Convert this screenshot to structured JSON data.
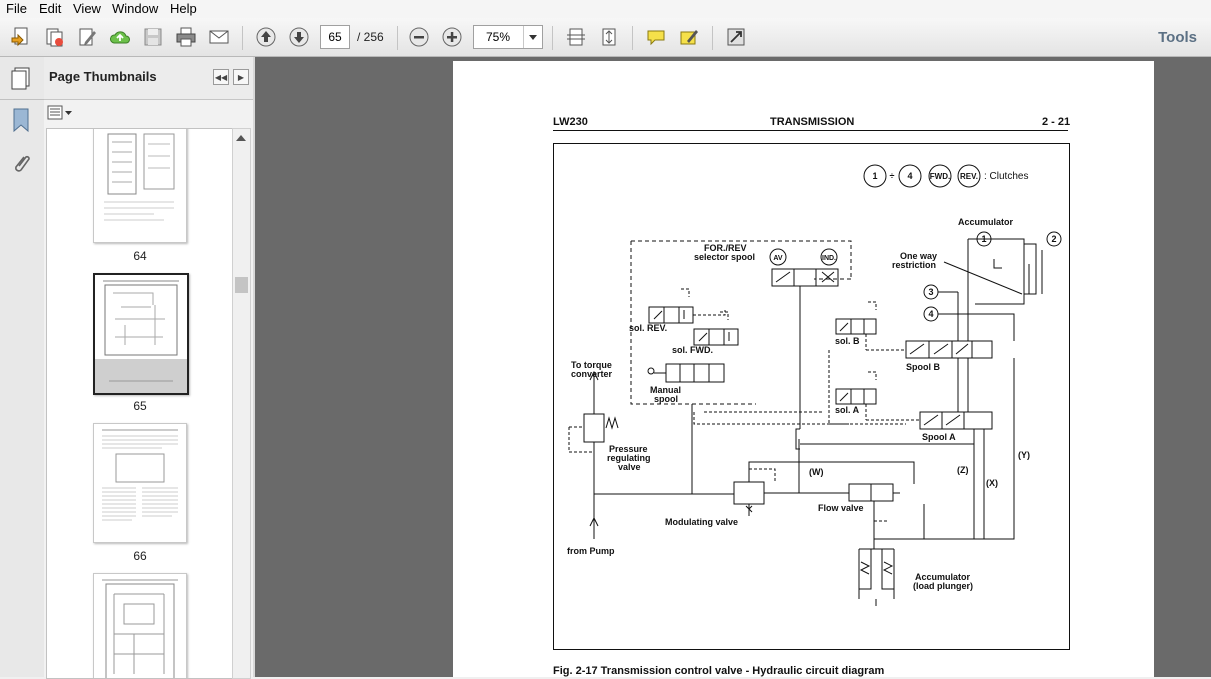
{
  "menu": [
    "File",
    "Edit",
    "View",
    "Window",
    "Help"
  ],
  "toolbar": {
    "current_page": "65",
    "total_pages": "/ 256",
    "zoom": "75%",
    "tools_label": "Tools"
  },
  "thumbnails": {
    "title": "Page Thumbnails",
    "pages": [
      "64",
      "65",
      "66"
    ]
  },
  "document": {
    "header_left": "LW230",
    "header_center": "TRANSMISSION",
    "header_right": "2 - 21",
    "caption": "Fig. 2-17   Transmission control valve - Hydraulic circuit diagram",
    "legend": {
      "c1": "1",
      "plus": "÷",
      "c4": "4",
      "fwd": "FWD.",
      "rev": "REV.",
      "text": ": Clutches"
    },
    "labels": {
      "accumulator": "Accumulator",
      "one_way_1": "One way",
      "one_way_2": "restriction",
      "forrev_1": "FOR./REV",
      "forrev_2": "selector spool",
      "av": "AV",
      "ind": "IND.",
      "sol_rev": "sol. REV.",
      "sol_fwd": "sol. FWD.",
      "sol_b": "sol. B",
      "sol_a": "sol. A",
      "spool_b": "Spool B",
      "spool_a": "Spool A",
      "torque_1": "To torque",
      "torque_2": "converter",
      "manual_1": "Manual",
      "manual_2": "spool",
      "pressure_1": "Pressure",
      "pressure_2": "regulating",
      "pressure_3": "valve",
      "w_port": "(W)",
      "z_port": "(Z)",
      "x_port": "(X)",
      "y_port": "(Y)",
      "modulating": "Modulating valve",
      "flow": "Flow valve",
      "from_pump": "from Pump",
      "acc_load_1": "Accumulator",
      "acc_load_2": "(load plunger)",
      "n1": "1",
      "n2": "2",
      "n3": "3",
      "n4": "4"
    }
  }
}
